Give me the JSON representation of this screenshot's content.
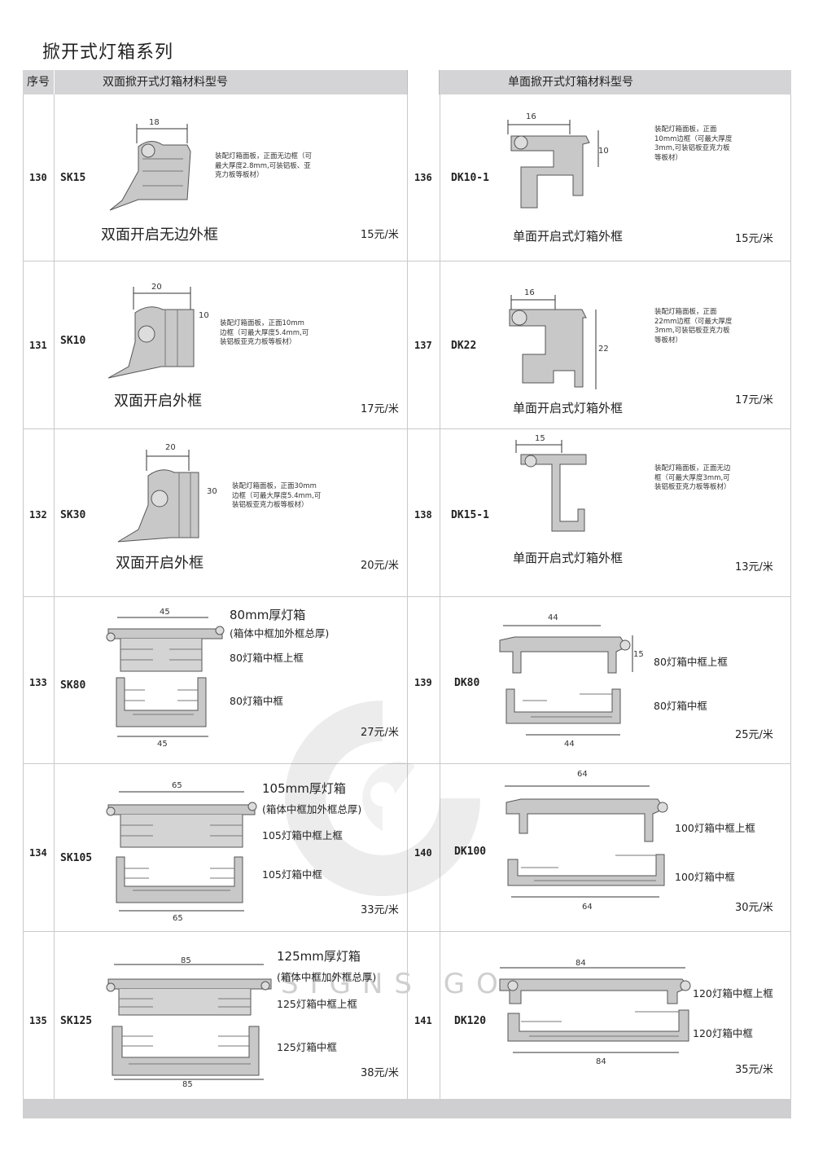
{
  "title": "掀开式灯箱系列",
  "header": {
    "no": "序号",
    "left": "双面掀开式灯箱材料型号",
    "right": "单面掀开式灯箱材料型号"
  },
  "watermark": "SIGNS GO",
  "left": [
    {
      "no": "130",
      "model": "SK15",
      "desc": "装配灯箱面板，正面无边框（可最大厚度2.8mm,可装铝板、亚克力板等板材）",
      "caption": "双面开启无边外框",
      "price": "15元/米",
      "dims": [
        "18"
      ]
    },
    {
      "no": "131",
      "model": "SK10",
      "desc": "装配灯箱面板，正面10mm边框（可最大厚度5.4mm,可装铝板亚克力板等板材）",
      "caption": "双面开启外框",
      "price": "17元/米",
      "dims": [
        "20",
        "10"
      ]
    },
    {
      "no": "132",
      "model": "SK30",
      "desc": "装配灯箱面板，正面30mm边框（可最大厚度5.4mm,可装铝板亚克力板等板材）",
      "caption": "双面开启外框",
      "price": "20元/米",
      "dims": [
        "20",
        "30"
      ]
    },
    {
      "no": "133",
      "model": "SK80",
      "heading": "80mm厚灯箱",
      "sub": "(箱体中框加外框总厚)",
      "upper": "80灯箱中框上框",
      "middle": "80灯箱中框",
      "price": "27元/米",
      "dims": [
        "45",
        "45"
      ]
    },
    {
      "no": "134",
      "model": "SK105",
      "heading": "105mm厚灯箱",
      "sub": "(箱体中框加外框总厚)",
      "upper": "105灯箱中框上框",
      "middle": "105灯箱中框",
      "price": "33元/米",
      "dims": [
        "65",
        "65"
      ]
    },
    {
      "no": "135",
      "model": "SK125",
      "heading": "125mm厚灯箱",
      "sub": "(箱体中框加外框总厚)",
      "upper": "125灯箱中框上框",
      "middle": "125灯箱中框",
      "price": "38元/米",
      "dims": [
        "85",
        "85"
      ]
    }
  ],
  "right": [
    {
      "no": "136",
      "model": "DK10-1",
      "desc": "装配灯箱面板，正面10mm边框（可最大厚度3mm,可装铝板亚克力板等板材）",
      "caption": "单面开启式灯箱外框",
      "price": "15元/米",
      "dims": [
        "16",
        "10"
      ]
    },
    {
      "no": "137",
      "model": "DK22",
      "desc": "装配灯箱面板，正面22mm边框（可最大厚度3mm,可装铝板亚克力板等板材）",
      "caption": "单面开启式灯箱外框",
      "price": "17元/米",
      "dims": [
        "16",
        "22"
      ]
    },
    {
      "no": "138",
      "model": "DK15-1",
      "desc": "装配灯箱面板，正面无边框（可最大厚度3mm,可装铝板亚克力板等板材）",
      "caption": "单面开启式灯箱外框",
      "price": "13元/米",
      "dims": [
        "15"
      ]
    },
    {
      "no": "139",
      "model": "DK80",
      "upper": "80灯箱中框上框",
      "middle": "80灯箱中框",
      "price": "25元/米",
      "dims": [
        "44",
        "15",
        "44"
      ]
    },
    {
      "no": "140",
      "model": "DK100",
      "upper": "100灯箱中框上框",
      "middle": "100灯箱中框",
      "price": "30元/米",
      "dims": [
        "64",
        "64"
      ]
    },
    {
      "no": "141",
      "model": "DK120",
      "upper": "120灯箱中框上框",
      "middle": "120灯箱中框",
      "price": "35元/米",
      "dims": [
        "84",
        "84"
      ]
    }
  ]
}
